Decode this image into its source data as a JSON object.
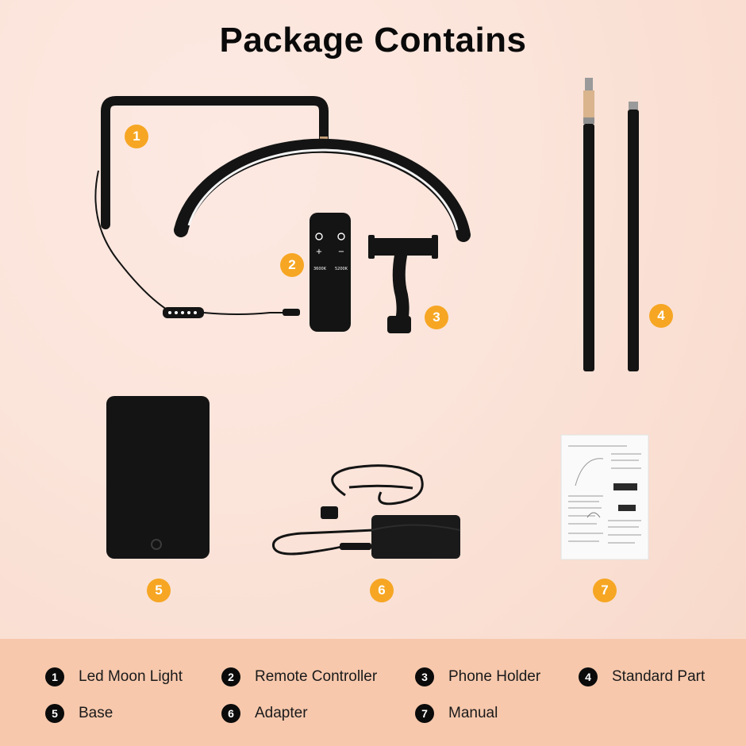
{
  "title": "Package Contains",
  "badges": [
    "1",
    "2",
    "3",
    "4",
    "5",
    "6",
    "7"
  ],
  "items": [
    {
      "num": "1",
      "label": "Led Moon Light",
      "icon": "moon-light-icon"
    },
    {
      "num": "2",
      "label": "Remote Controller",
      "icon": "remote-controller-icon"
    },
    {
      "num": "3",
      "label": "Phone Holder",
      "icon": "phone-holder-icon"
    },
    {
      "num": "4",
      "label": "Standard Part",
      "icon": "pole-icon"
    },
    {
      "num": "5",
      "label": "Base",
      "icon": "base-plate-icon"
    },
    {
      "num": "6",
      "label": "Adapter",
      "icon": "power-adapter-icon"
    },
    {
      "num": "7",
      "label": "Manual",
      "icon": "manual-icon"
    }
  ],
  "remote": {
    "left_label": "3600K",
    "right_label": "5200K"
  },
  "colors": {
    "badge": "#f6a623",
    "legend_band": "#f7c8ac",
    "product_black": "#141414"
  }
}
